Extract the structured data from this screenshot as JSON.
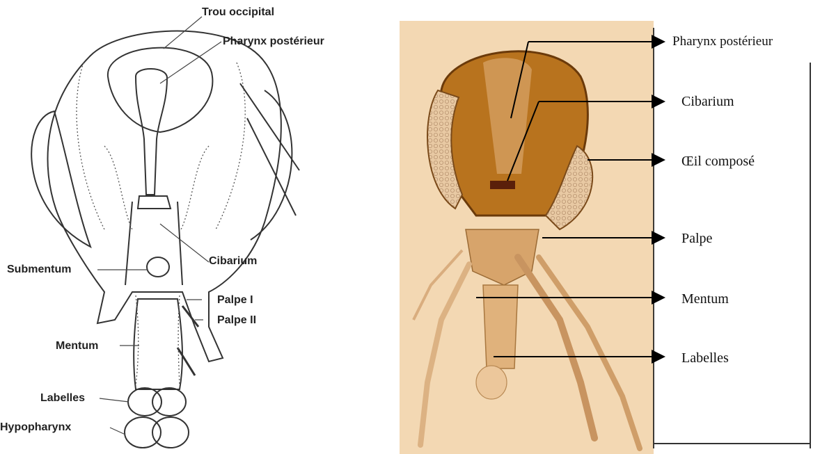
{
  "left_labels": {
    "trou_occipital": "Trou occipital",
    "pharynx_posterieur": "Pharynx postérieur",
    "cibarium": "Cibarium",
    "submentum": "Submentum",
    "palpe_i": "Palpe I",
    "palpe_ii": "Palpe II",
    "mentum": "Mentum",
    "labelles": "Labelles",
    "hypopharynx": "Hypopharynx"
  },
  "right_labels": {
    "pharynx_posterieur": "Pharynx postérieur",
    "cibarium": "Cibarium",
    "oeil_compose": "Œil composé",
    "palpe": "Palpe",
    "mentum": "Mentum",
    "labelles": "Labelles"
  },
  "colors": {
    "drawing_line": "#333333",
    "photo_background": "#f3d8b3",
    "head_capsule": "#b8731e",
    "arrow": "#000000"
  }
}
